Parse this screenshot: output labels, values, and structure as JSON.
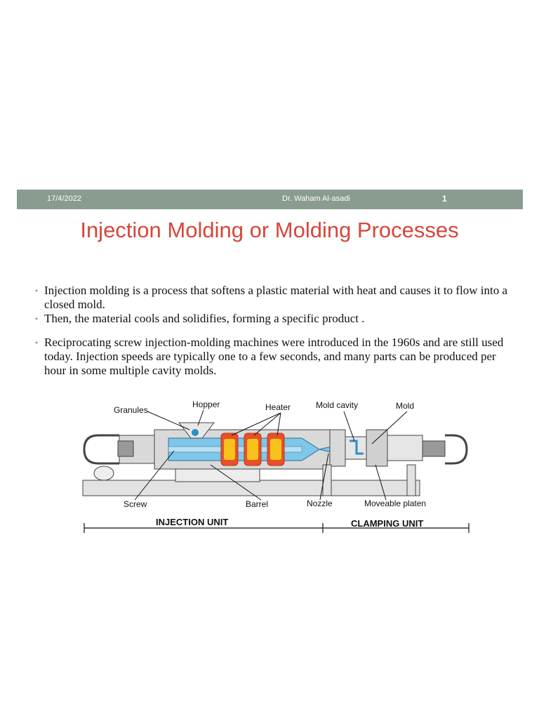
{
  "header": {
    "date": "17/4/2022",
    "author": "Dr. Waham Al-asadi",
    "page": "1"
  },
  "title": "Injection Molding or Molding Processes",
  "bullets": [
    "Injection molding is a process that softens a plastic material with heat and causes it to flow into a closed mold.",
    "Then, the material cools and solidifies, forming a specific product .",
    "Reciprocating screw injection-molding machines were introduced in the 1960s and are still used today. Injection speeds are typically one to a few seconds, and many parts can be produced per hour in some multiple cavity molds."
  ],
  "diagram": {
    "labels": {
      "granules": "Granules",
      "hopper": "Hopper",
      "heater": "Heater",
      "mold_cavity": "Mold cavity",
      "mold": "Mold",
      "screw": "Screw",
      "barrel": "Barrel",
      "nozzle": "Nozzle",
      "moveable_platen": "Moveable platen",
      "injection_unit": "INJECTION UNIT",
      "clamping_unit": "CLAMPING UNIT"
    },
    "colors": {
      "barrel": "#7fc6e8",
      "heater_outer": "#e8502a",
      "heater_inner": "#f7c21a",
      "machine": "#e2e2e2",
      "outline": "#444444"
    }
  }
}
